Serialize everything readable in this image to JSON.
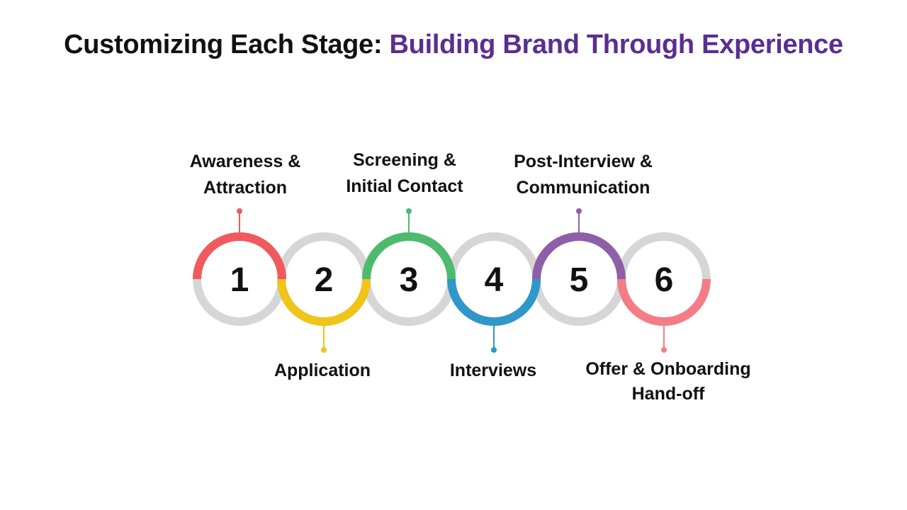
{
  "title": {
    "prefix": "Customizing Each Stage: ",
    "accent": "Building Brand Through Experience",
    "accent_color": "#5b2d91"
  },
  "ring_color": "#d6d6d6",
  "stages": [
    {
      "number": "1",
      "label": "Awareness &\nAttraction",
      "color": "#f05a5f",
      "side": "top"
    },
    {
      "number": "2",
      "label": "Application",
      "color": "#f0c419",
      "side": "bottom"
    },
    {
      "number": "3",
      "label": "Screening &\nInitial Contact",
      "color": "#4cbb6c",
      "side": "top"
    },
    {
      "number": "4",
      "label": "Interviews",
      "color": "#2f97c9",
      "side": "bottom"
    },
    {
      "number": "5",
      "label": "Post-Interview &\nCommunication",
      "color": "#8e5fa8",
      "side": "top"
    },
    {
      "number": "6",
      "label": "Offer & Onboarding\nHand-off",
      "color": "#f47c86",
      "side": "bottom"
    }
  ]
}
